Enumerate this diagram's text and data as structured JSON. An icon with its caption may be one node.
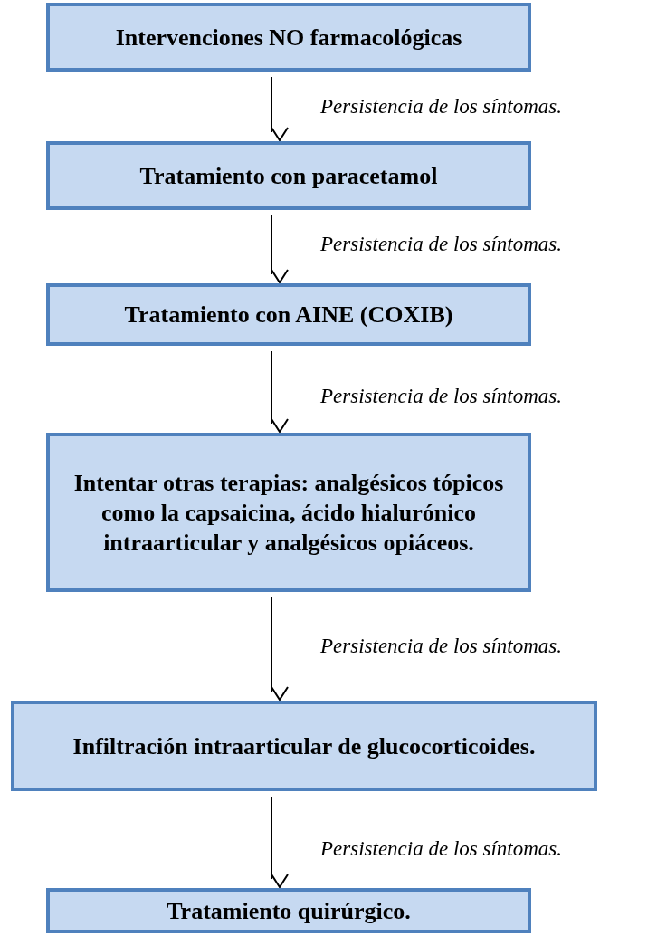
{
  "diagram": {
    "nodes": [
      {
        "text": [
          "Intervenciones NO farmacológicas"
        ]
      },
      {
        "text": [
          "Tratamiento con paracetamol"
        ]
      },
      {
        "text": [
          "Tratamiento con AINE (COXIB)"
        ]
      },
      {
        "text": [
          "Intentar otras terapias: analgésicos tópicos como la capsaicina, ácido hialurónico intraarticular y analgésicos opiáceos."
        ]
      },
      {
        "text": [
          "Infiltración intraarticular de glucocorticoides."
        ]
      },
      {
        "text": [
          "Tratamiento quirúrgico."
        ]
      }
    ],
    "edges": [
      {
        "from": 0,
        "to": 1,
        "arrow": "to",
        "label": "Persistencia de los síntomas."
      },
      {
        "from": 1,
        "to": 2,
        "arrow": "to",
        "label": "Persistencia de los síntomas."
      },
      {
        "from": 2,
        "to": 3,
        "arrow": "to",
        "label": "Persistencia de los síntomas."
      },
      {
        "from": 3,
        "to": 4,
        "arrow": "to",
        "label": "Persistencia de los síntomas."
      },
      {
        "from": 4,
        "to": 5,
        "arrow": "to",
        "label": "Persistencia de los síntomas."
      }
    ]
  }
}
